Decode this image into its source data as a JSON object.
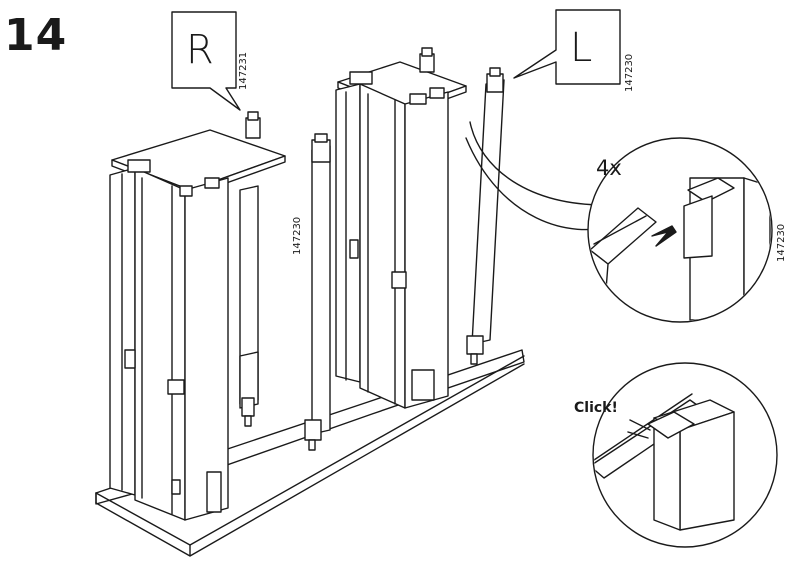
{
  "step": {
    "number": "14"
  },
  "callouts": {
    "right": {
      "letter": "R",
      "part_code": "147231"
    },
    "left": {
      "letter": "L",
      "part_code": "147230"
    }
  },
  "part_codes": {
    "post_center": "147230",
    "detail_top": "147230"
  },
  "detail_top": {
    "quantity": "4x"
  },
  "detail_bottom": {
    "sound": "Click!"
  }
}
